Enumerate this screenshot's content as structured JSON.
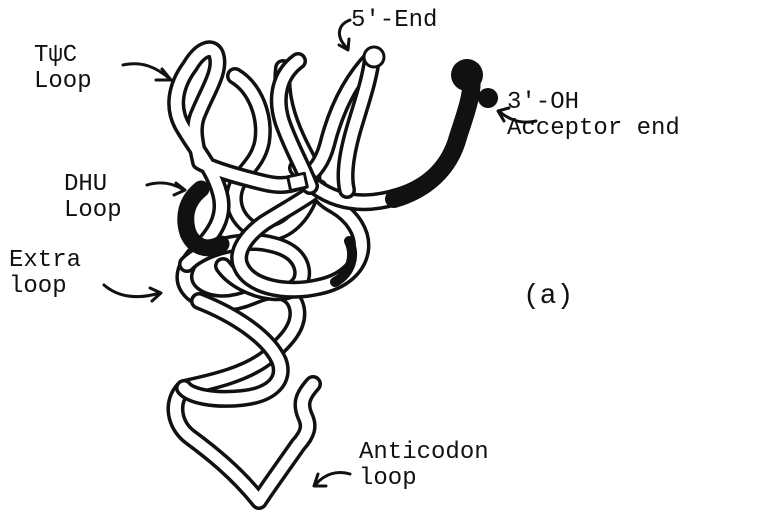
{
  "labels": {
    "tpsic": [
      "TψC",
      "Loop"
    ],
    "end5": "5'-End",
    "end3": [
      "3'-OH",
      "Acceptor end"
    ],
    "dhu": [
      "DHU",
      "Loop"
    ],
    "extra": [
      "Extra",
      "loop"
    ],
    "anticodon": [
      "Anticodon",
      "loop"
    ],
    "panel": "(a)"
  },
  "colors": {
    "ink": "#111111",
    "ribbon_fill": "#ffffff",
    "acceptor_fill": "#111111"
  }
}
